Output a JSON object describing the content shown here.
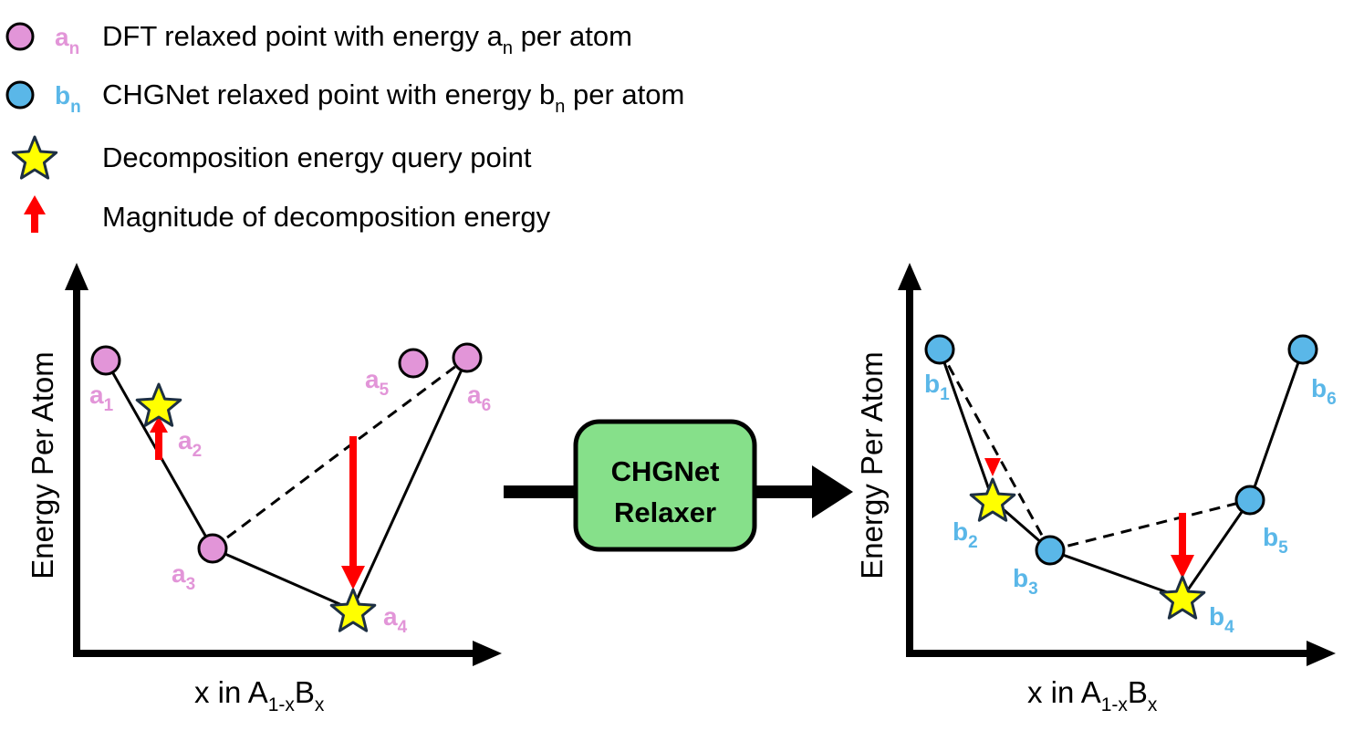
{
  "colors": {
    "dft": "#e295d8",
    "chgnet": "#5ab7e8",
    "star": "#ffff00",
    "arrow": "#ff0000",
    "box": "#86e08a"
  },
  "legend": [
    {
      "symbol": "pink-circle",
      "label_main": "a",
      "label_sub": "n",
      "text_pre": "DFT relaxed point with energy a",
      "text_sub": "n",
      "text_post": " per atom"
    },
    {
      "symbol": "blue-circle",
      "label_main": "b",
      "label_sub": "n",
      "text_pre": "CHGNet relaxed point with energy b",
      "text_sub": "n",
      "text_post": " per atom"
    },
    {
      "symbol": "star-icon",
      "text": "Decomposition energy query point"
    },
    {
      "symbol": "red-arrow-icon",
      "text": "Magnitude of decomposition energy"
    }
  ],
  "left_plot": {
    "ylabel": "Energy Per Atom",
    "xlabel_pre": "x in A",
    "xlabel_sub1": "1-x",
    "xlabel_mid": "B",
    "xlabel_sub2": "x",
    "points": [
      {
        "main": "a",
        "sub": "1"
      },
      {
        "main": "a",
        "sub": "2"
      },
      {
        "main": "a",
        "sub": "3"
      },
      {
        "main": "a",
        "sub": "4"
      },
      {
        "main": "a",
        "sub": "5"
      },
      {
        "main": "a",
        "sub": "6"
      }
    ]
  },
  "relaxer_box": {
    "line1": "CHGNet",
    "line2": "Relaxer"
  },
  "right_plot": {
    "ylabel": "Energy Per Atom",
    "xlabel_pre": "x in A",
    "xlabel_sub1": "1-x",
    "xlabel_mid": "B",
    "xlabel_sub2": "x",
    "points": [
      {
        "main": "b",
        "sub": "1"
      },
      {
        "main": "b",
        "sub": "2"
      },
      {
        "main": "b",
        "sub": "3"
      },
      {
        "main": "b",
        "sub": "4"
      },
      {
        "main": "b",
        "sub": "5"
      },
      {
        "main": "b",
        "sub": "6"
      }
    ]
  }
}
